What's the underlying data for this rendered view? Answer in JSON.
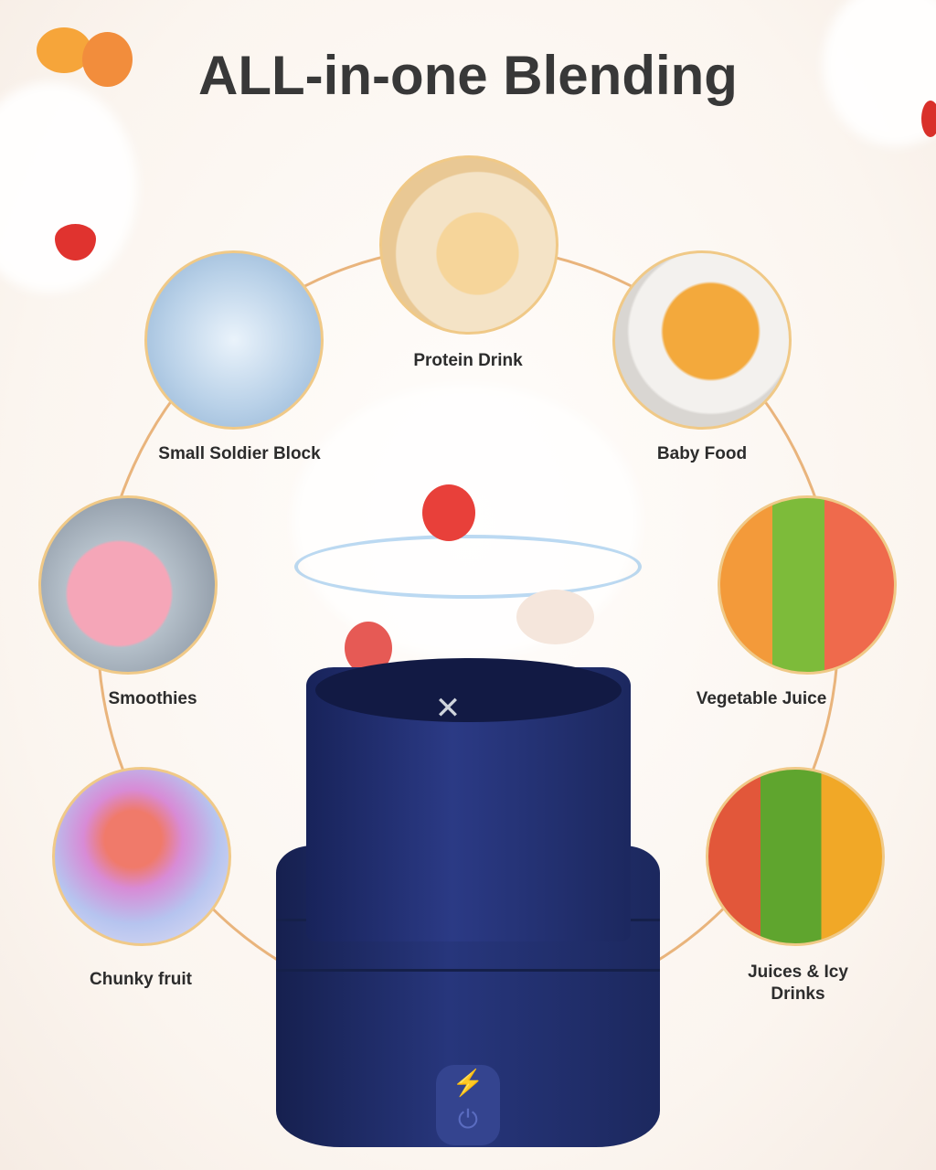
{
  "title": "ALL-in-one Blending",
  "colors": {
    "arc": "#e9b47c",
    "blender": "#1f2c69",
    "title": "#383838",
    "circle_border": "#f0c987"
  },
  "uses": [
    {
      "label": "Protein Drink",
      "image": "protein-drink-photo"
    },
    {
      "label": "Small Soldier Block",
      "image": "ice-cubes-photo"
    },
    {
      "label": "Baby Food",
      "image": "baby-food-photo"
    },
    {
      "label": "Smoothies",
      "image": "smoothie-photo"
    },
    {
      "label": "Vegetable Juice",
      "image": "vegetable-juice-photo"
    },
    {
      "label": "Chunky fruit",
      "image": "chunky-fruit-photo"
    },
    {
      "label": "Juices & Icy",
      "label2": "Drinks",
      "image": "juices-photo"
    }
  ]
}
